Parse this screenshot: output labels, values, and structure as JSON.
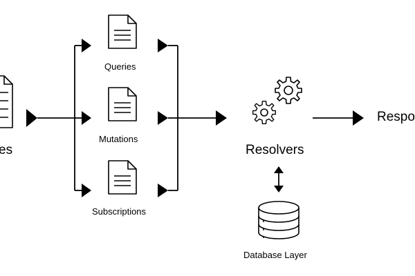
{
  "source": {
    "label": "es"
  },
  "operations": [
    {
      "label": "Queries"
    },
    {
      "label": "Mutations"
    },
    {
      "label": "Subscriptions"
    }
  ],
  "resolvers": {
    "label": "Resolvers"
  },
  "database": {
    "label": "Database Layer"
  },
  "output": {
    "label": "Respo"
  }
}
